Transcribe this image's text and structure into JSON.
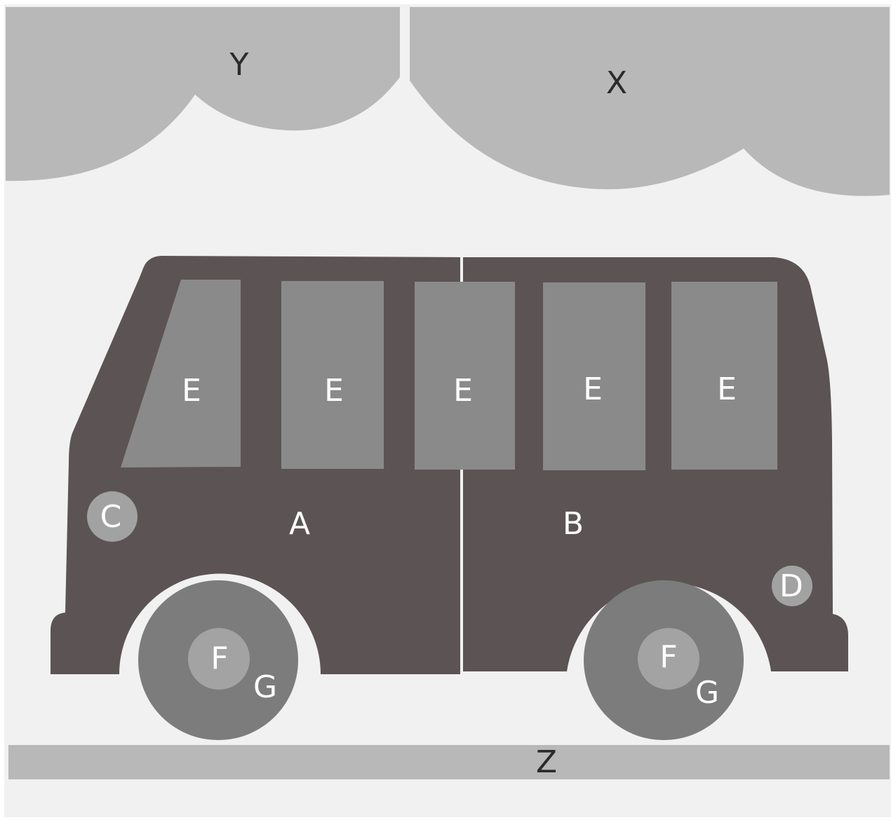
{
  "colors": {
    "background": "#f1f1f1",
    "cloud": "#b8b8b8",
    "road": "#b8b8b8",
    "bus_body": "#5c5454",
    "window": "#8b8a8b",
    "light": "#a2a2a2",
    "tire": "#7c7c7c",
    "hub": "#a3a3a3",
    "label_on_dark": "#ffffff",
    "label_on_light": "#2b2b2b"
  },
  "labels": {
    "cloud_left": "Y",
    "cloud_right": "X",
    "body_front": "A",
    "body_rear": "B",
    "headlight": "C",
    "taillight": "D",
    "window_1": "E",
    "window_2": "E",
    "window_3": "E",
    "window_4": "E",
    "window_5": "E",
    "front_hub": "F",
    "front_tire": "G",
    "rear_hub": "F",
    "rear_tire": "G",
    "road": "Z"
  }
}
